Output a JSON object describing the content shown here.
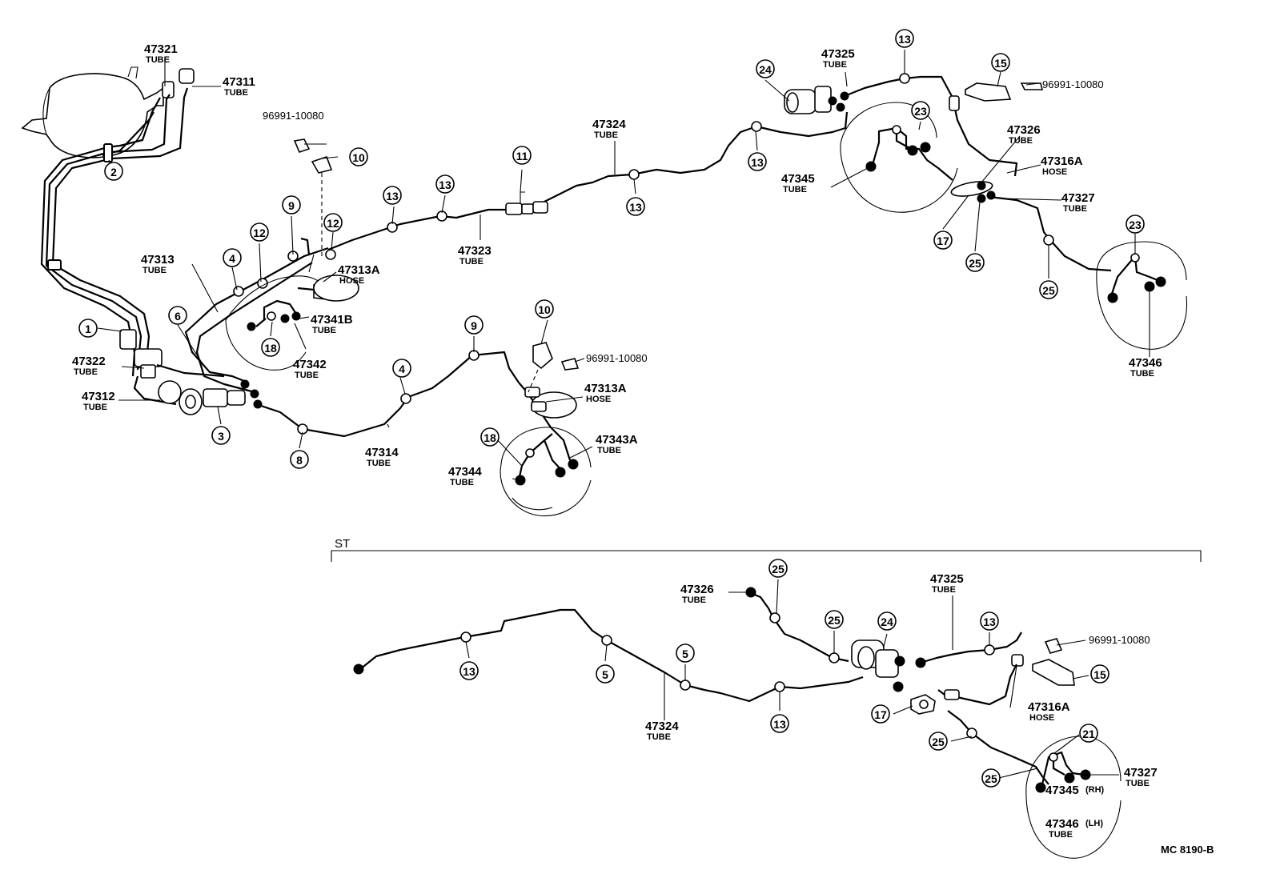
{
  "callouts": [
    {
      "id": "c2",
      "label": "2"
    },
    {
      "id": "c1",
      "label": "1"
    },
    {
      "id": "c3",
      "label": "3"
    },
    {
      "id": "c4a",
      "label": "4"
    },
    {
      "id": "c4b",
      "label": "4"
    },
    {
      "id": "c5a",
      "label": "5"
    },
    {
      "id": "c5b",
      "label": "5"
    },
    {
      "id": "c6",
      "label": "6"
    },
    {
      "id": "c8",
      "label": "8"
    },
    {
      "id": "c9a",
      "label": "9"
    },
    {
      "id": "c9b",
      "label": "9"
    },
    {
      "id": "c10a",
      "label": "10"
    },
    {
      "id": "c10b",
      "label": "10"
    },
    {
      "id": "c11",
      "label": "11"
    },
    {
      "id": "c12a",
      "label": "12"
    },
    {
      "id": "c12b",
      "label": "12"
    },
    {
      "id": "c13a",
      "label": "13"
    },
    {
      "id": "c13b",
      "label": "13"
    },
    {
      "id": "c13c",
      "label": "13"
    },
    {
      "id": "c13d",
      "label": "13"
    },
    {
      "id": "c13e",
      "label": "13"
    },
    {
      "id": "c13f",
      "label": "13"
    },
    {
      "id": "c13g",
      "label": "13"
    },
    {
      "id": "c13h",
      "label": "13"
    },
    {
      "id": "c15a",
      "label": "15"
    },
    {
      "id": "c15b",
      "label": "15"
    },
    {
      "id": "c17a",
      "label": "17"
    },
    {
      "id": "c17b",
      "label": "17"
    },
    {
      "id": "c18a",
      "label": "18"
    },
    {
      "id": "c18b",
      "label": "18"
    },
    {
      "id": "c21",
      "label": "21"
    },
    {
      "id": "c23a",
      "label": "23"
    },
    {
      "id": "c23b",
      "label": "23"
    },
    {
      "id": "c24a",
      "label": "24"
    },
    {
      "id": "c24b",
      "label": "24"
    },
    {
      "id": "c25a",
      "label": "25"
    },
    {
      "id": "c25b",
      "label": "25"
    },
    {
      "id": "c25c",
      "label": "25"
    },
    {
      "id": "c25d",
      "label": "25"
    },
    {
      "id": "c25e",
      "label": "25"
    },
    {
      "id": "c25f",
      "label": "25"
    }
  ],
  "part_labels": [
    {
      "id": "p47321",
      "number": "47321",
      "name": "TUBE"
    },
    {
      "id": "p47311",
      "number": "47311",
      "name": "TUBE"
    },
    {
      "id": "p96991a",
      "number": "96991-10080",
      "name": ""
    },
    {
      "id": "p47324a",
      "number": "47324",
      "name": "TUBE"
    },
    {
      "id": "p47325a",
      "number": "47325",
      "name": "TUBE"
    },
    {
      "id": "p96991b",
      "number": "96991-10080",
      "name": ""
    },
    {
      "id": "p47326a",
      "number": "47326",
      "name": "TUBE"
    },
    {
      "id": "p47316Aa",
      "number": "47316A",
      "name": "HOSE"
    },
    {
      "id": "p47345a",
      "number": "47345",
      "name": "TUBE"
    },
    {
      "id": "p47327a",
      "number": "47327",
      "name": "TUBE"
    },
    {
      "id": "p47313",
      "number": "47313",
      "name": "TUBE"
    },
    {
      "id": "p47313Aa",
      "number": "47313A",
      "name": "HOSE"
    },
    {
      "id": "p47323",
      "number": "47323",
      "name": "TUBE"
    },
    {
      "id": "p47341B",
      "number": "47341B",
      "name": "TUBE"
    },
    {
      "id": "p47342",
      "number": "47342",
      "name": "TUBE"
    },
    {
      "id": "p47322",
      "number": "47322",
      "name": "TUBE"
    },
    {
      "id": "p47312",
      "number": "47312",
      "name": "TUBE"
    },
    {
      "id": "p96991c",
      "number": "96991-10080",
      "name": ""
    },
    {
      "id": "p47313Ab",
      "number": "47313A",
      "name": "HOSE"
    },
    {
      "id": "p47343A",
      "number": "47343A",
      "name": "TUBE"
    },
    {
      "id": "p47314",
      "number": "47314",
      "name": "TUBE"
    },
    {
      "id": "p47344",
      "number": "47344",
      "name": "TUBE"
    },
    {
      "id": "p47346a",
      "number": "47346",
      "name": "TUBE"
    },
    {
      "id": "p47326b",
      "number": "47326",
      "name": "TUBE"
    },
    {
      "id": "p47325b",
      "number": "47325",
      "name": "TUBE"
    },
    {
      "id": "p96991d",
      "number": "96991-10080",
      "name": ""
    },
    {
      "id": "p47316Ab",
      "number": "47316A",
      "name": "HOSE"
    },
    {
      "id": "p47324b",
      "number": "47324",
      "name": "TUBE"
    },
    {
      "id": "p47327b",
      "number": "47327",
      "name": "TUBE"
    }
  ],
  "st_bracket_label": "ST",
  "variant_labels": {
    "rh_number": "47345",
    "rh_suffix": "(RH)",
    "lh_number": "47346",
    "lh_suffix": "(LH)",
    "name": "TUBE"
  },
  "drawing_code": "MC 8190-B"
}
